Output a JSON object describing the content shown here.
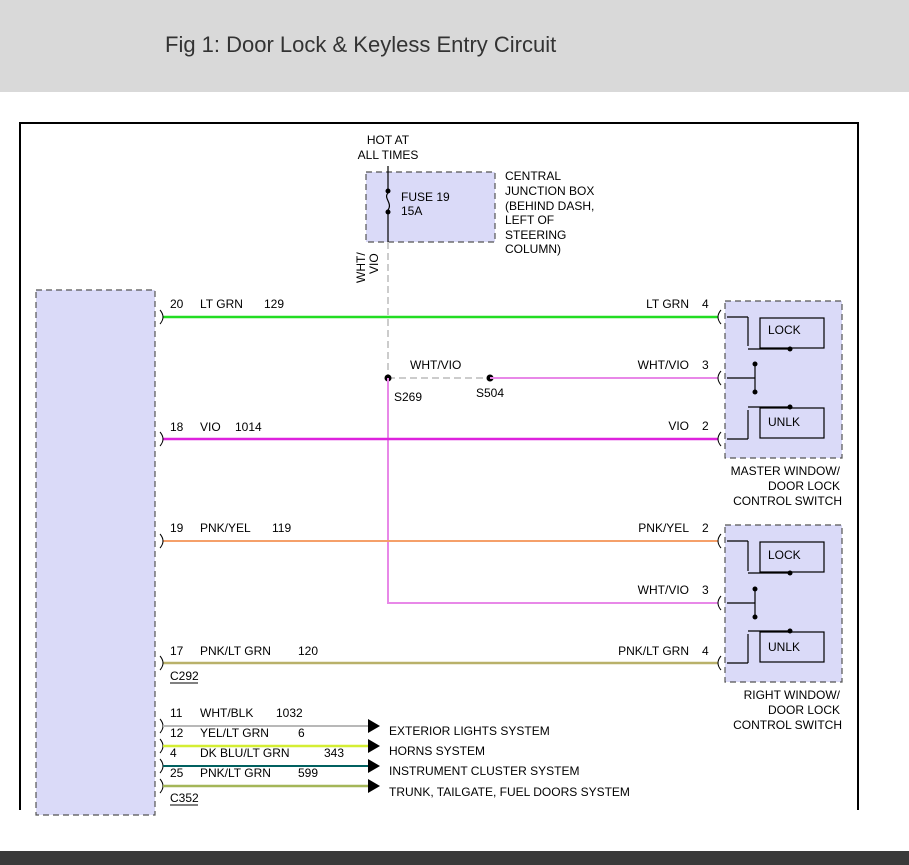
{
  "header": {
    "title": "Fig 1: Door Lock & Keyless Entry Circuit"
  },
  "diagram": {
    "hot": [
      "HOT AT",
      "ALL TIMES"
    ],
    "fuse": {
      "name": "FUSE 19",
      "rating": "15A"
    },
    "cjb": [
      "CENTRAL",
      "JUNCTION BOX",
      "(BEHIND DASH,",
      "LEFT OF",
      "STEERING",
      "COLUMN)"
    ],
    "fuse_wire_color": [
      "WHT/",
      "VIO"
    ],
    "splices": {
      "s269": "S269",
      "s504": "S504",
      "wire": "WHT/VIO"
    },
    "wires": [
      {
        "pin": "20",
        "color": "LT GRN",
        "circuit": "129",
        "right_color": "LT GRN",
        "right_pin": "4"
      },
      {
        "color": "WHT/VIO",
        "right_pin": "3"
      },
      {
        "pin": "18",
        "color": "VIO",
        "circuit": "1014",
        "right_color": "VIO",
        "right_pin": "2"
      },
      {
        "pin": "19",
        "color": "PNK/YEL",
        "circuit": "119",
        "right_color": "PNK/YEL",
        "right_pin": "2"
      },
      {
        "color": "WHT/VIO",
        "right_pin": "3"
      },
      {
        "pin": "17",
        "color": "PNK/LT GRN",
        "circuit": "120",
        "right_color": "PNK/LT GRN",
        "right_pin": "4"
      }
    ],
    "connectors": {
      "c292": "C292",
      "c352": "C352"
    },
    "master_switch": {
      "lock": "LOCK",
      "unlk": "UNLK",
      "label": [
        "MASTER WINDOW/",
        "DOOR LOCK",
        "CONTROL SWITCH"
      ]
    },
    "right_switch": {
      "lock": "LOCK",
      "unlk": "UNLK",
      "label": [
        "RIGHT WINDOW/",
        "DOOR LOCK",
        "CONTROL SWITCH"
      ]
    },
    "outputs": [
      {
        "pin": "11",
        "color": "WHT/BLK",
        "circuit": "1032",
        "system": "EXTERIOR LIGHTS SYSTEM"
      },
      {
        "pin": "12",
        "color": "YEL/LT GRN",
        "circuit": "6",
        "system": "HORNS SYSTEM"
      },
      {
        "pin": "4",
        "color": "DK BLU/LT GRN",
        "circuit": "343",
        "system": "INSTRUMENT CLUSTER SYSTEM"
      },
      {
        "pin": "25",
        "color": "PNK/LT GRN",
        "circuit": "599",
        "system": "TRUNK, TAILGATE, FUEL DOORS SYSTEM"
      }
    ],
    "colors": {
      "lt_grn": "#22dd22",
      "vio": "#dd22dd",
      "wht_vio": "#e888e8",
      "pnk_yel": "#f5a06a",
      "pnk_lt_grn": "#b9b16a",
      "box_fill": "#dadaf8"
    }
  }
}
